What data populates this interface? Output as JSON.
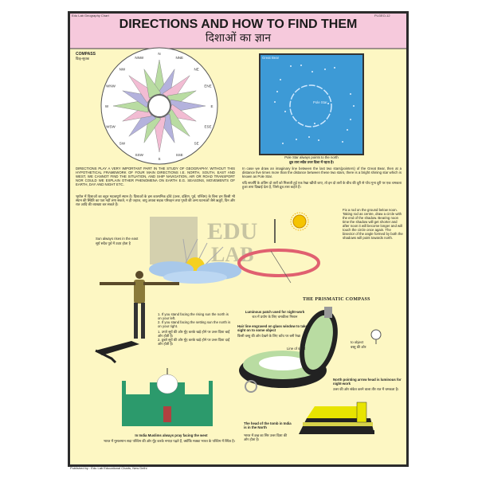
{
  "header": {
    "title": "DIRECTIONS AND HOW TO FIND THEM",
    "title_hindi": "दिशाओं का ज्ञान",
    "code_left": "Edu Lab Geography Chart",
    "code_right": "PLGEO-12"
  },
  "compass": {
    "label": "COMPASS",
    "label_hindi": "दिक्-सूचक",
    "points": [
      "N",
      "NNE",
      "NE",
      "ENE",
      "E",
      "ESE",
      "SE",
      "SSE",
      "S",
      "SSW",
      "SW",
      "WSW",
      "W",
      "WNW",
      "NW",
      "NNW"
    ],
    "colors": {
      "green": "#b9dca2",
      "purple": "#b4b2dd",
      "pink": "#f2bcd3"
    }
  },
  "sky": {
    "label": "Great Bear",
    "pole_label": "Pole Star",
    "caption": "Pole Star always points to the north",
    "caption_hindi": "ध्रुव तारा सदैव उत्तर दिशा में रहता है।",
    "color": "#3d9ad6"
  },
  "text": {
    "intro": "DIRECTIONS PLAY A VERY IMPORTANT PART IN THE STUDY OF GEOGRAPHY. WITHOUT THIS HYPOTHETICAL FRAMEWORK OF FOUR MAIN DIRECTIONS I.E. NORTH, SOUTH, EAST AND WEST, WE CANNOT FIND THE SITUATION, AND SHIP NAVIGATION, AIR OR ROAD TRANSPORT NOR COULD WE EXPLAIN OTHER PHENOMENA ON EARTH E.G. SEASONS, MOVEMENTS OF EARTH, DAY AND NIGHT ETC.",
    "intro_hindi": "भूगोल में दिशाओं का बहुत महत्वपूर्ण स्थान है। दिशाओं के इस काल्पनिक ढाँचे (उत्तर, दक्षिण, पूर्व, पश्चिम) के बिना हम किसी भी स्थान की स्थिति का पता नहीं लगा सकते, न ही जहाज, वायु अथवा सड़क परिवहन तथा पृथ्वी की अन्य घटनाओं जैसे ऋतुएँ, दिन और रात आदि की व्याख्या कर सकते हैं।",
    "pole_star": "In case we draw an imaginary line between the last two stars(pointers) of the Great Bear, then at a distance five times more than the distance between these two stars, there is a bright shining star which is known as Pole Star.",
    "pole_star_hindi": "यदि सप्तर्षि के अंतिम दो तारों को मिलाती हुई एक रेखा खींची जाए, तो इन दो तारों के बीच की दूरी से पाँच गुना दूरी पर एक चमकता हुआ तारा दिखाई देता है, जिसे ध्रुव तारा कहते हैं।",
    "sun_rise": "Sun always rises in the east",
    "sun_rise_hindi": "सूर्य सदैव पूर्व में उदय होता है",
    "shadow": "Fix a rod on the ground below noon. Taking rod as centre, draw a circle with the end of the shadow. Bearing noon time the shadow will get shorter and after noon it will become longer and will touch the circle once again. The bisector of the angle formed by both the shadows will point towards north.",
    "man_list": [
      "1. If you stand facing the rising sun the north is on your left.",
      "2. If you stand facing the setting sun the north is on your right.",
      "1. उगते सूर्य की ओर मुँह करके खड़े होने पर उत्तर दिशा बाईं ओर होती है।",
      "2. डूबते सूर्य की ओर मुँह करके खड़े होने पर उत्तर दिशा दाईं ओर होती है।"
    ],
    "mosque": "In India Muslims always pray facing the west",
    "mosque_hindi": "भारत में मुसलमान सदा पश्चिम की ओर मुँह करके नमाज़ पढ़ते हैं, क्योंकि मक्का भारत के पश्चिम में स्थित है।",
    "kaaba": "The head of the tomb in India is in the North",
    "kaaba_hindi": "भारत में क़ब्र का सिर उत्तर दिशा की ओर होता है।",
    "footer": "Published by : Edu Lab Educational Charts, New Delhi"
  },
  "prismatic": {
    "title": "THE PRISMATIC COMPASS",
    "luminous": "Luminous patch used for night-work",
    "luminous_hindi": "रात में प्रयोग के लिए चमकीला निशान",
    "hair": "Hair line engraved on glass window to take sight on to some object",
    "hair_hindi": "किसी वस्तु की ओर देखने के लिए काँच पर बनी रेखा",
    "line_of_sight": "Line of sight",
    "to_object": "to object",
    "to_object_hindi": "वस्तु की ओर",
    "north_arrow": "North pointing arrow head is luminous for night-work",
    "north_arrow_hindi": "उत्तर की ओर संकेत करने वाला तीर रात में चमकता है।"
  },
  "watermark": "EDU LAB"
}
